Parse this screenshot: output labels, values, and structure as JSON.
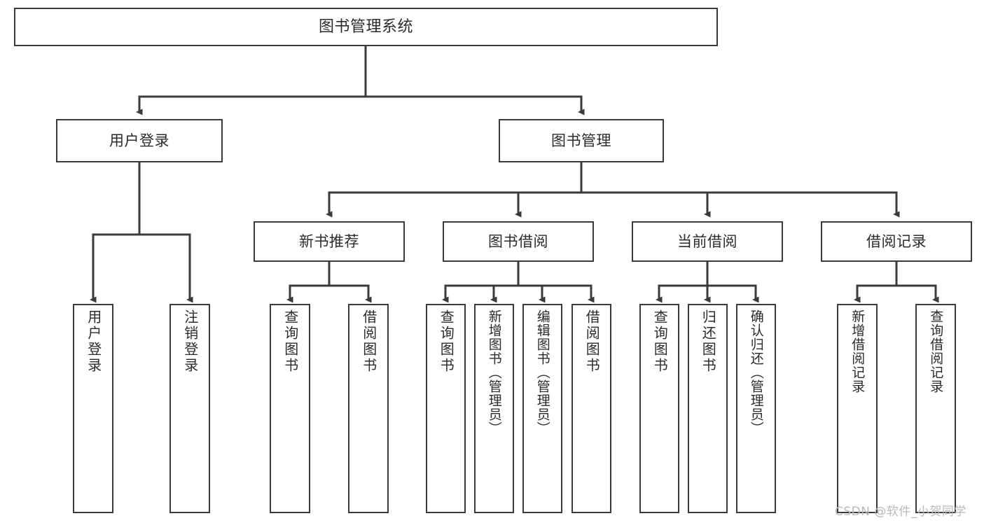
{
  "diagram": {
    "type": "tree-hierarchy",
    "title": "图书管理系统",
    "watermark": "CSDN @软件_小贺同学",
    "colors": {
      "stroke": "#3a3a3a",
      "text": "#2b2b2b",
      "background": "#ffffff",
      "watermark": "#b9b9b9"
    },
    "nodes": {
      "root": {
        "label": "图书管理系统"
      },
      "level2": [
        {
          "id": "user-login",
          "label": "用户登录"
        },
        {
          "id": "book-management",
          "label": "图书管理"
        }
      ],
      "level3": [
        {
          "id": "new-book-recommend",
          "label": "新书推荐"
        },
        {
          "id": "book-borrow",
          "label": "图书借阅"
        },
        {
          "id": "current-borrow",
          "label": "当前借阅"
        },
        {
          "id": "borrow-record",
          "label": "借阅记录"
        }
      ],
      "leaves": {
        "user-login": [
          {
            "id": "leaf-user-login",
            "label": "用户登录"
          },
          {
            "id": "leaf-logout-login",
            "label": "注销登录"
          }
        ],
        "new-book-recommend": [
          {
            "id": "leaf-query-book-1",
            "label": "查询图书"
          },
          {
            "id": "leaf-borrow-book-1",
            "label": "借阅图书"
          }
        ],
        "book-borrow": [
          {
            "id": "leaf-query-book-2",
            "label": "查询图书"
          },
          {
            "id": "leaf-add-book",
            "label": "新增图书（管理员）"
          },
          {
            "id": "leaf-edit-book",
            "label": "编辑图书（管理员）"
          },
          {
            "id": "leaf-borrow-book-2",
            "label": "借阅图书"
          }
        ],
        "current-borrow": [
          {
            "id": "leaf-query-book-3",
            "label": "查询图书"
          },
          {
            "id": "leaf-return-book",
            "label": "归还图书"
          },
          {
            "id": "leaf-confirm-return",
            "label": "确认归还（管理员）"
          }
        ],
        "borrow-record": [
          {
            "id": "leaf-add-record",
            "label": "新增借阅记录"
          },
          {
            "id": "leaf-query-record",
            "label": "查询借阅记录"
          }
        ]
      }
    }
  }
}
